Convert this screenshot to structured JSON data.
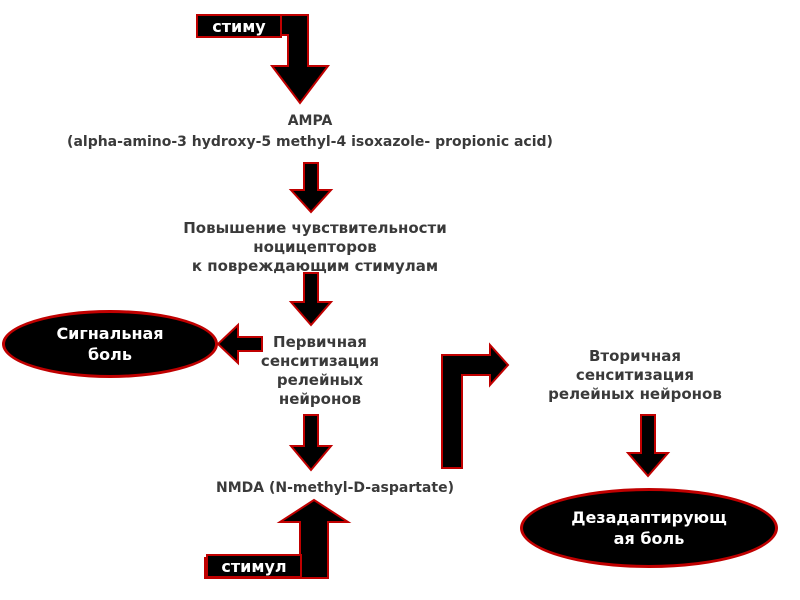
{
  "stimulus_top": "стиму",
  "stimulus_bottom": "стимул",
  "ampa": {
    "name": "AMPA",
    "full": "(alpha-amino-3 hydroxy-5 methyl-4 isoxazole- propionic acid)"
  },
  "increase_sensitivity": "Повышение чувствительности\nноцицепторов\nк повреждающим стимулам",
  "primary_sensitization": "Первичная\nсенситизация\nрелейных\nнейронов",
  "secondary_sensitization": "Вторичная\nсенситизация\nрелейных нейронов",
  "nmda": "NMDA (N-methyl-D-aspartate)",
  "signal_pain": "Сигнальная\nболь",
  "maladaptive_pain": "Дезадаптирующ\nая боль",
  "colors": {
    "arrow_fill": "#000000",
    "arrow_stroke": "#c00000",
    "text": "#3a3a3a"
  }
}
